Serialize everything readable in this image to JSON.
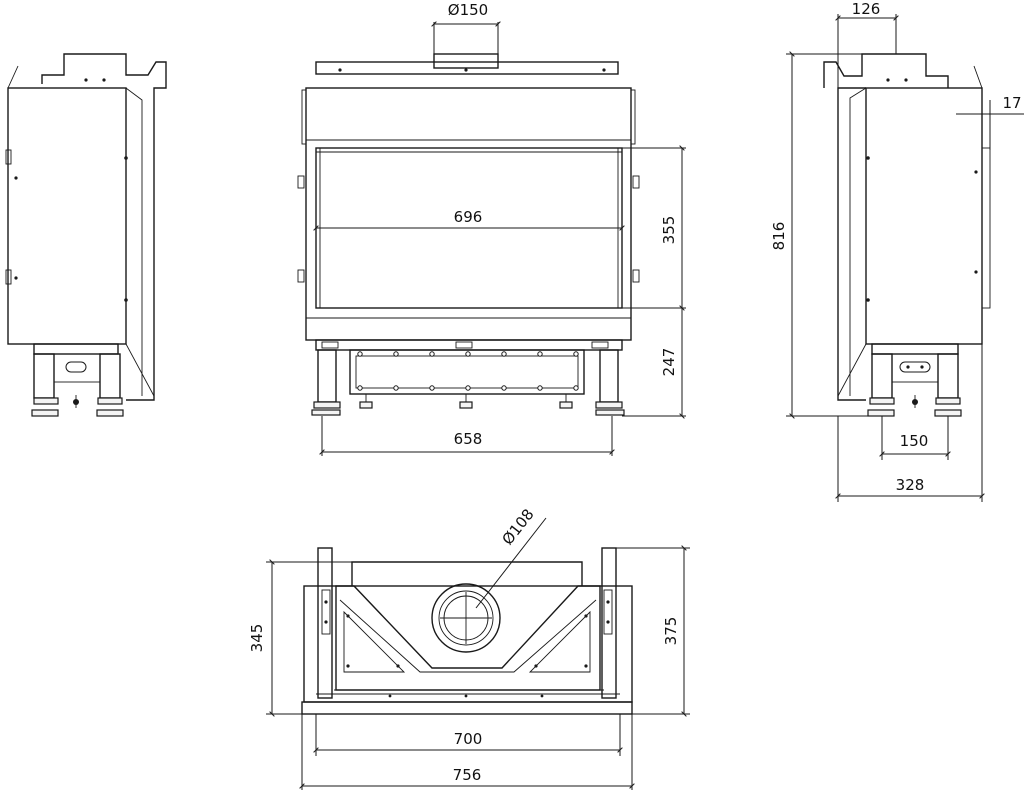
{
  "views": [
    {
      "name": "side-view-left"
    },
    {
      "name": "front-view"
    },
    {
      "name": "side-view-right"
    },
    {
      "name": "top-view"
    }
  ],
  "dimensions": {
    "flue_diameter_top": "Ø150",
    "glass_width": "696",
    "glass_height": "355",
    "base_height": "247",
    "leg_span": "658",
    "flue_offset": "126",
    "wall_thickness": "17",
    "total_height": "816",
    "side_leg_span": "150",
    "total_depth": "328",
    "air_inlet_diameter": "Ø108",
    "inner_depth": "345",
    "outer_depth": "375",
    "inner_width": "700",
    "outer_width": "756"
  }
}
